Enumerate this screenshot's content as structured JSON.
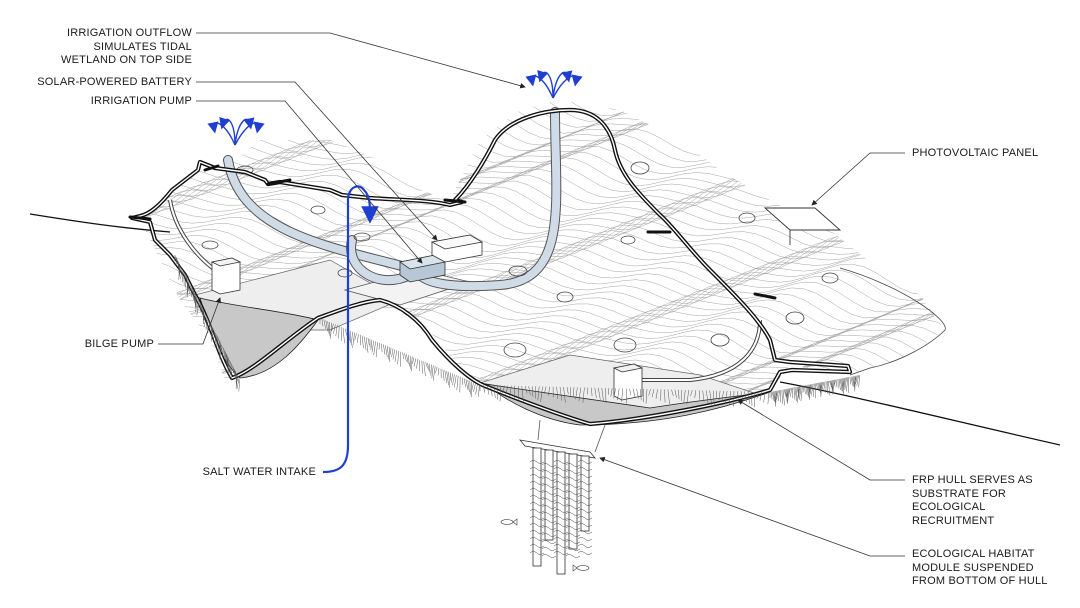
{
  "labels": {
    "irrigation_outflow": [
      "IRRIGATION OUTFLOW",
      "SIMULATES TIDAL",
      "WETLAND ON TOP SIDE"
    ],
    "solar_battery": [
      "SOLAR-POWERED BATTERY"
    ],
    "irrigation_pump": [
      "IRRIGATION PUMP"
    ],
    "photovoltaic_panel": [
      "PHOTOVOLTAIC PANEL"
    ],
    "bilge_pump": [
      "BILGE PUMP"
    ],
    "salt_water_intake": [
      "SALT WATER INTAKE"
    ],
    "frp_hull": [
      "FRP HULL SERVES AS",
      "SUBSTRATE FOR",
      "ECOLOGICAL",
      "RECRUITMENT"
    ],
    "habitat_module": [
      "ECOLOGICAL HABITAT",
      "MODULE SUSPENDED",
      "FROM BOTTOM OF HULL"
    ]
  },
  "colors": {
    "water_flow": "#1f3fd1",
    "pipe_fill": "#cfdbe6",
    "hull_stroke": "#111111",
    "shadow": "#c8c8c8",
    "floor": "#eeeeee",
    "leader": "#333333"
  }
}
